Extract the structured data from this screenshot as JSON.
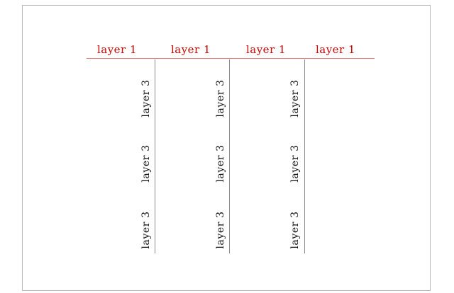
{
  "colors": {
    "header_text": "#cc0000",
    "rule": "#e07070",
    "body_text": "#111111"
  },
  "header_labels": [
    "layer 1",
    "layer 1",
    "layer 1",
    "layer 1"
  ],
  "columns": [
    {
      "labels": [
        "layer 3",
        "layer 3",
        "layer 3"
      ]
    },
    {
      "labels": [
        "layer 3",
        "layer 3",
        "layer 3"
      ]
    },
    {
      "labels": [
        "layer 3",
        "layer 3",
        "layer 3"
      ]
    }
  ]
}
